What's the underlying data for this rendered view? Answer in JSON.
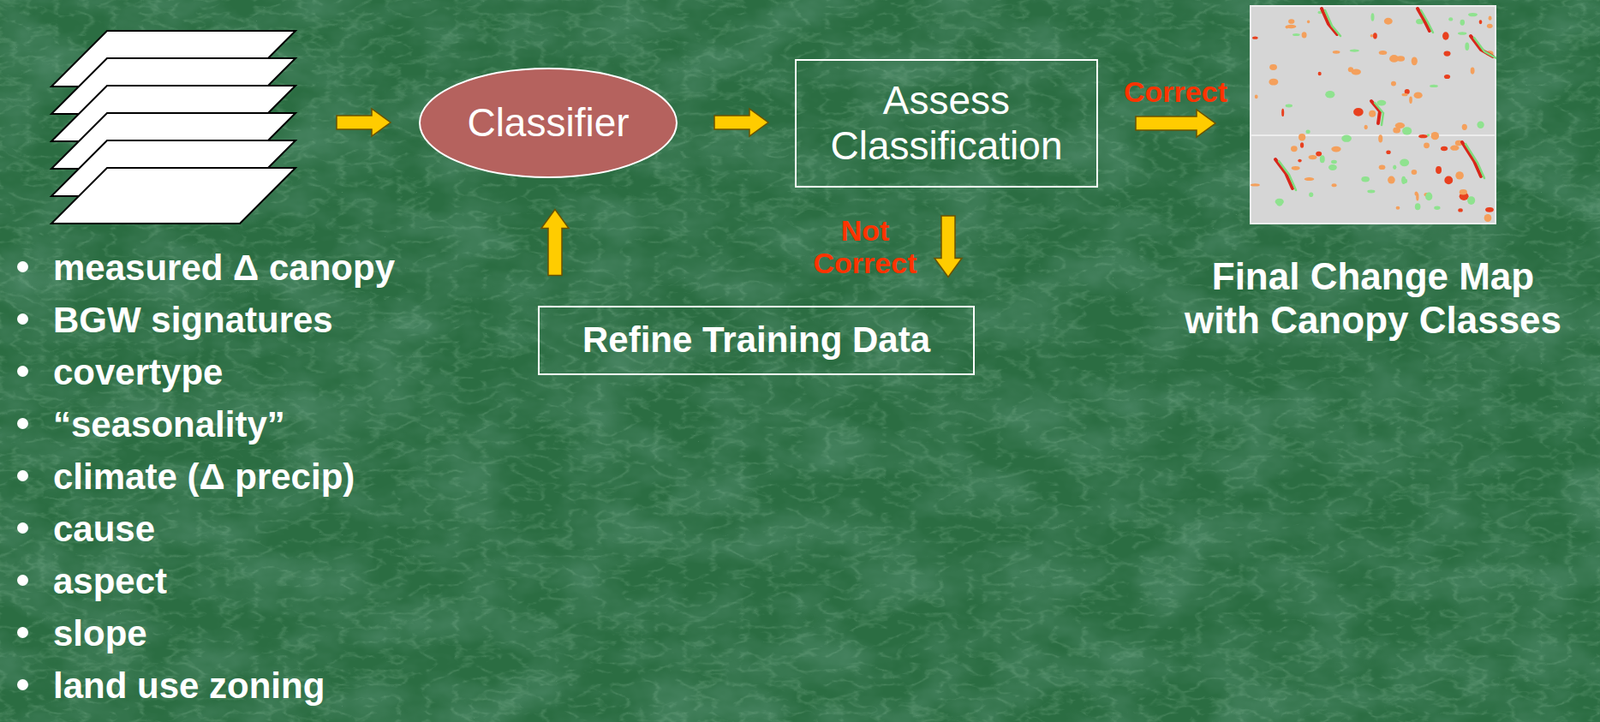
{
  "diagram": {
    "nodes": [
      {
        "text": [
          "Classifier"
        ]
      },
      {
        "text": [
          "Assess Classification"
        ]
      },
      {
        "text": [
          "Refine Training Data"
        ]
      },
      {
        "text": [
          "Final Change Map with Canopy Classes"
        ]
      }
    ],
    "edges": [
      {
        "from": 0,
        "to": 1,
        "arrow": "to"
      },
      {
        "from": 1,
        "to": 3,
        "label": "Correct",
        "arrow": "to"
      },
      {
        "from": 1,
        "to": 2,
        "label": "Not Correct",
        "arrow": "to"
      },
      {
        "from": 2,
        "to": 0,
        "arrow": "to"
      }
    ],
    "labels": [
      "measured Δ canopy",
      "BGW signatures",
      "covertype",
      "“seasonality”",
      "climate (Δ precip)",
      "cause",
      "aspect",
      "slope",
      "land use zoning"
    ]
  }
}
